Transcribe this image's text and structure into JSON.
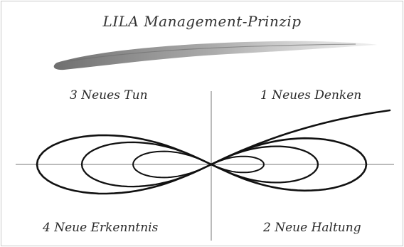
{
  "title": "LILA Management-Prinzip",
  "quadrants": {
    "top_right": "1 Neues Denken",
    "bottom_right": "2 Neue Haltung",
    "top_left": "3 Neues Tun",
    "bottom_left": "4 Neue Erkenntnis"
  },
  "colors": {
    "ink": "#111111",
    "axis": "#777777",
    "brush": "#8a8a8a",
    "text": "#2a2a2a"
  }
}
